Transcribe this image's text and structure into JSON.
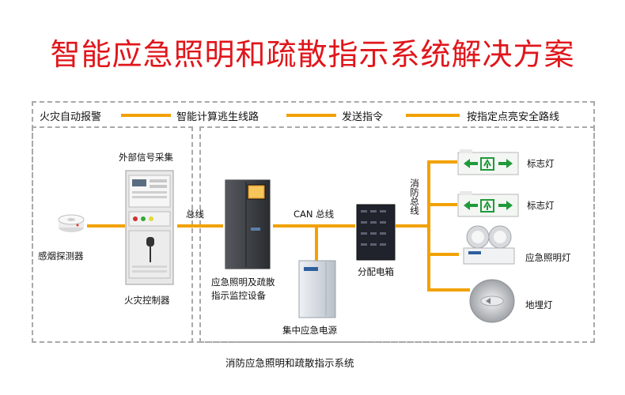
{
  "title": "智能应急照明和疏散指示系统解决方案",
  "flow": {
    "step1": "火灾自动报警",
    "step2": "智能计算逃生线路",
    "step3": "发送指令",
    "step4": "按指定点亮安全路线"
  },
  "devices": {
    "external_signal": "外部信号采集",
    "smoke_detector": "感烟探测器",
    "fire_controller": "火灾控制器",
    "bus": "总线",
    "monitor_line1": "应急照明及疏散",
    "monitor_line2": "指示监控设备",
    "can_bus": "CAN  总线",
    "power_supply": "集中应急电源",
    "distribution_box": "分配电箱",
    "fire_bus": "消防总线",
    "sign_light_1": "标志灯",
    "sign_light_2": "标志灯",
    "emergency_light": "应急照明灯",
    "floor_light": "地埋灯"
  },
  "caption": "消防应急照明和疏散指示系统",
  "colors": {
    "title": "#e0161b",
    "line": "#f2a100",
    "sign_green": "#1f9a3a",
    "dashed": "#a9a9a9"
  }
}
